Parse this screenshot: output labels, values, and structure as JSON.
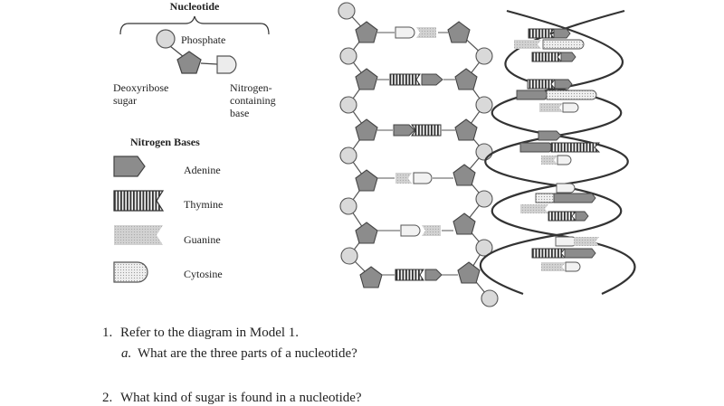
{
  "model": {
    "nucleotide_title": "Nucleotide",
    "phosphate_label": "Phosphate",
    "sugar_label": [
      "Deoxyribose",
      "sugar"
    ],
    "base_label": [
      "Nitrogen-",
      "containing",
      "base"
    ]
  },
  "legend": {
    "title": "Nitrogen Bases",
    "items": [
      {
        "name": "Adenine",
        "shape": "adenine-pentagon-arrow",
        "color": "#8c8c8c"
      },
      {
        "name": "Thymine",
        "shape": "thymine-striped-notched",
        "color": "#cfcfcf"
      },
      {
        "name": "Guanine",
        "shape": "guanine-dotted-notched",
        "color": "#d6d6d6"
      },
      {
        "name": "Cytosine",
        "shape": "cytosine-dotted-rounded",
        "color": "#ececec"
      }
    ]
  },
  "questions": [
    {
      "number": "1.",
      "text": "Refer to the diagram in Model 1."
    },
    {
      "letter": "a.",
      "text": "What are the three parts of a nucleotide?"
    },
    {
      "number": "2.",
      "text": "What kind of sugar is found in a nucleotide?"
    }
  ],
  "colors": {
    "phosphate": "#d9d9d9",
    "sugar": "#8c8c8c",
    "outline": "#555555"
  }
}
